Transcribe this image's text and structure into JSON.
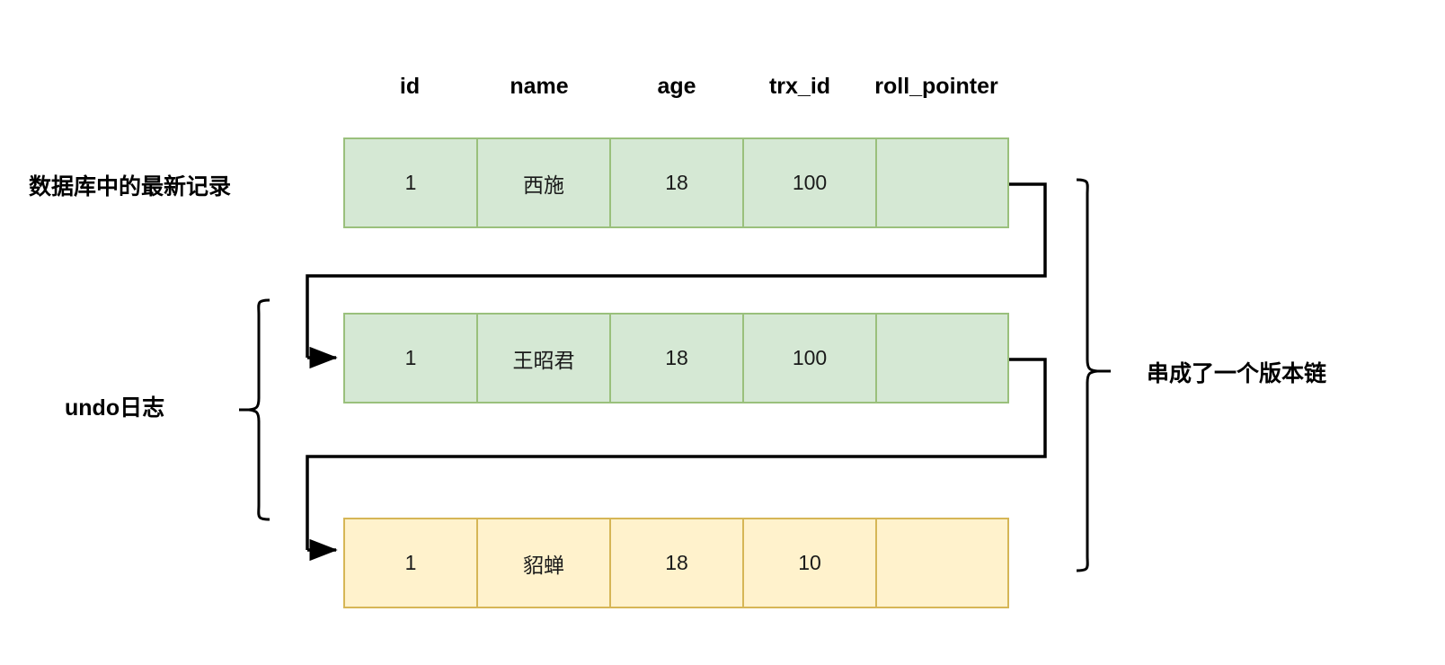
{
  "diagram": {
    "title_hidden": "",
    "columns": [
      "id",
      "name",
      "age",
      "trx_id",
      "roll_pointer"
    ],
    "column_x": [
      456,
      600,
      753,
      890,
      1042
    ],
    "rows": [
      {
        "name": "latest-record",
        "variant": "current",
        "cells": [
          "1",
          "西施",
          "18",
          "100",
          ""
        ]
      },
      {
        "name": "undo-record-1",
        "variant": "current",
        "cells": [
          "1",
          "王昭君",
          "18",
          "100",
          ""
        ]
      },
      {
        "name": "undo-record-2",
        "variant": "undo-old",
        "cells": [
          "1",
          "貂蝉",
          "18",
          "10",
          ""
        ]
      }
    ],
    "labels": {
      "latest_record": "数据库中的最新记录",
      "undo_log": "undo日志",
      "version_chain": "串成了一个版本链"
    },
    "colors": {
      "current_fill": "#d5e8d4",
      "current_border": "#9ac07c",
      "old_fill": "#fff2cc",
      "old_border": "#d6b656",
      "connector": "#000000",
      "text": "#000000",
      "background": "#ffffff"
    }
  }
}
